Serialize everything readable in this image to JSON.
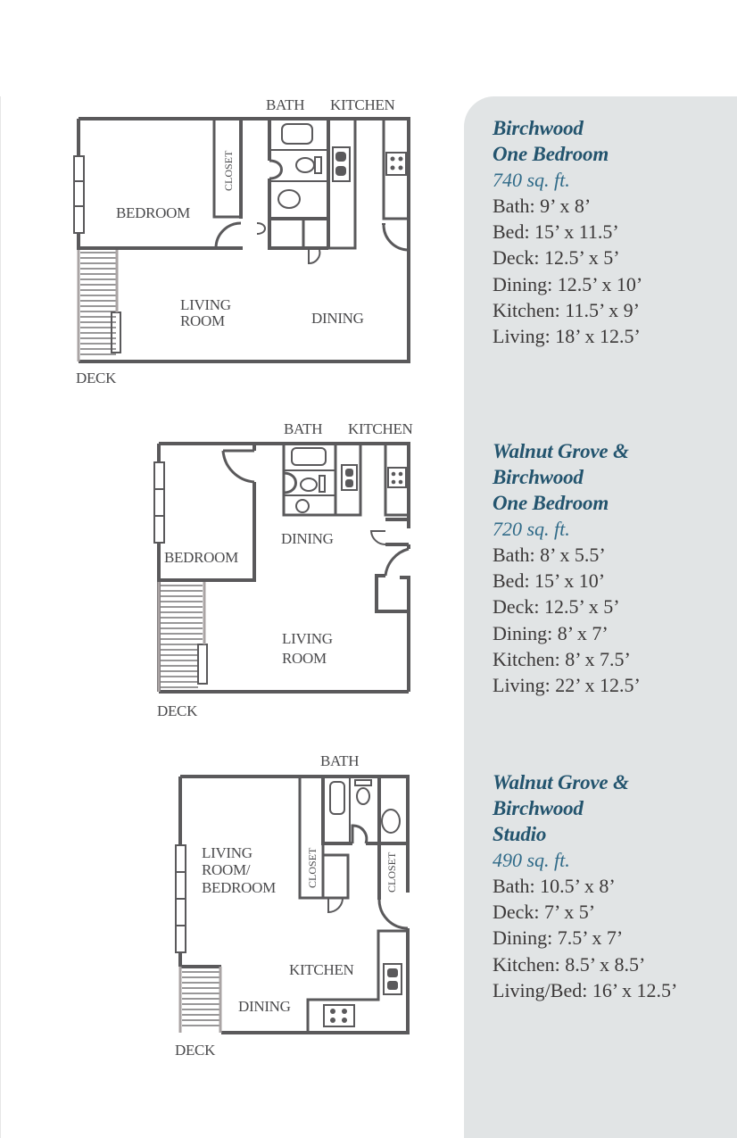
{
  "colors": {
    "panel_bg": "#e1e4e5",
    "title": "#23546e",
    "area": "#2f6a88",
    "body_text": "#3b3838",
    "wall": "#5a595b",
    "deck": "#aaa4a4"
  },
  "floorplans": [
    {
      "labels": {
        "bath": "BATH",
        "kitchen": "KITCHEN",
        "bedroom": "BEDROOM",
        "closet": "CLOSET",
        "living_1": "LIVING",
        "living_2": "ROOM",
        "dining": "DINING",
        "deck": "DECK"
      }
    },
    {
      "labels": {
        "bath": "BATH",
        "kitchen": "KITCHEN",
        "bedroom": "BEDROOM",
        "dining": "DINING",
        "living_1": "LIVING",
        "living_2": "ROOM",
        "deck": "DECK"
      }
    },
    {
      "labels": {
        "bath": "BATH",
        "living_1": "LIVING",
        "living_2": "ROOM/",
        "living_3": "BEDROOM",
        "closet_a": "CLOSET",
        "closet_b": "CLOSET",
        "kitchen": "KITCHEN",
        "dining": "DINING",
        "deck": "DECK"
      }
    }
  ],
  "units": [
    {
      "title_lines": [
        "Birchwood",
        "One Bedroom"
      ],
      "area": "740 sq. ft.",
      "rooms": [
        "Bath: 9’ x 8’",
        "Bed: 15’ x 11.5’",
        "Deck: 12.5’ x 5’",
        "Dining: 12.5’ x 10’",
        "Kitchen: 11.5’ x 9’",
        "Living: 18’ x 12.5’"
      ]
    },
    {
      "title_lines": [
        "Walnut Grove &",
        "Birchwood",
        "One Bedroom"
      ],
      "area": "720 sq. ft.",
      "rooms": [
        "Bath: 8’ x 5.5’",
        "Bed: 15’ x 10’",
        "Deck: 12.5’ x 5’",
        "Dining: 8’ x 7’",
        "Kitchen: 8’ x 7.5’",
        "Living: 22’ x 12.5’"
      ]
    },
    {
      "title_lines": [
        "Walnut Grove &",
        "Birchwood",
        "Studio"
      ],
      "area": "490 sq. ft.",
      "rooms": [
        "Bath: 10.5’ x 8’",
        "Deck: 7’ x 5’",
        "Dining: 7.5’ x 7’",
        "Kitchen: 8.5’ x 8.5’",
        "Living/Bed: 16’ x 12.5’"
      ]
    }
  ]
}
